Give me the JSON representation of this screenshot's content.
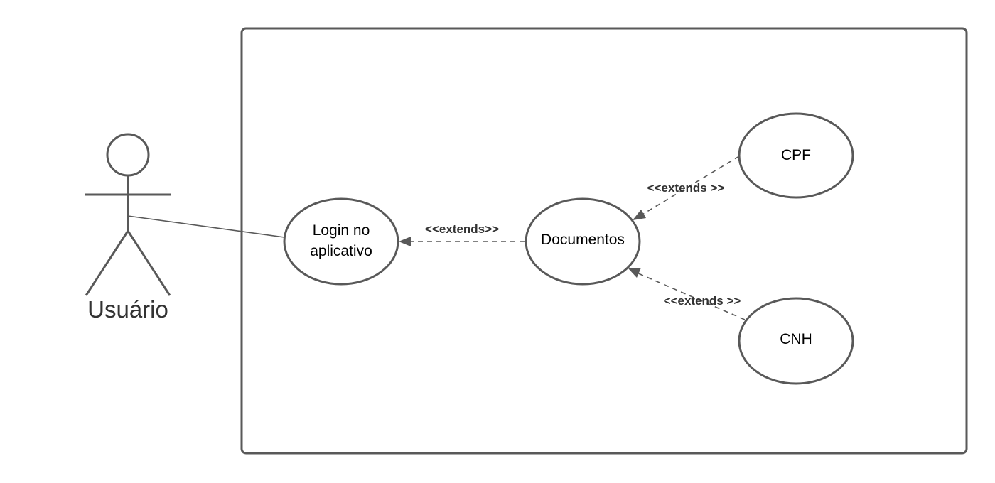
{
  "actor": {
    "label": "Usuário"
  },
  "use_cases": {
    "login": {
      "line1": "Login no",
      "line2": "aplicativo"
    },
    "documentos": {
      "label": "Documentos"
    },
    "cpf": {
      "label": "CPF"
    },
    "cnh": {
      "label": "CNH"
    }
  },
  "relations": {
    "documentos_to_login": "<<extends>>",
    "cpf_to_documentos": "<<extends >>",
    "cnh_to_documentos": "<<extends >>"
  },
  "colors": {
    "stroke": "#595959",
    "text": "#000000",
    "label": "#333333"
  }
}
